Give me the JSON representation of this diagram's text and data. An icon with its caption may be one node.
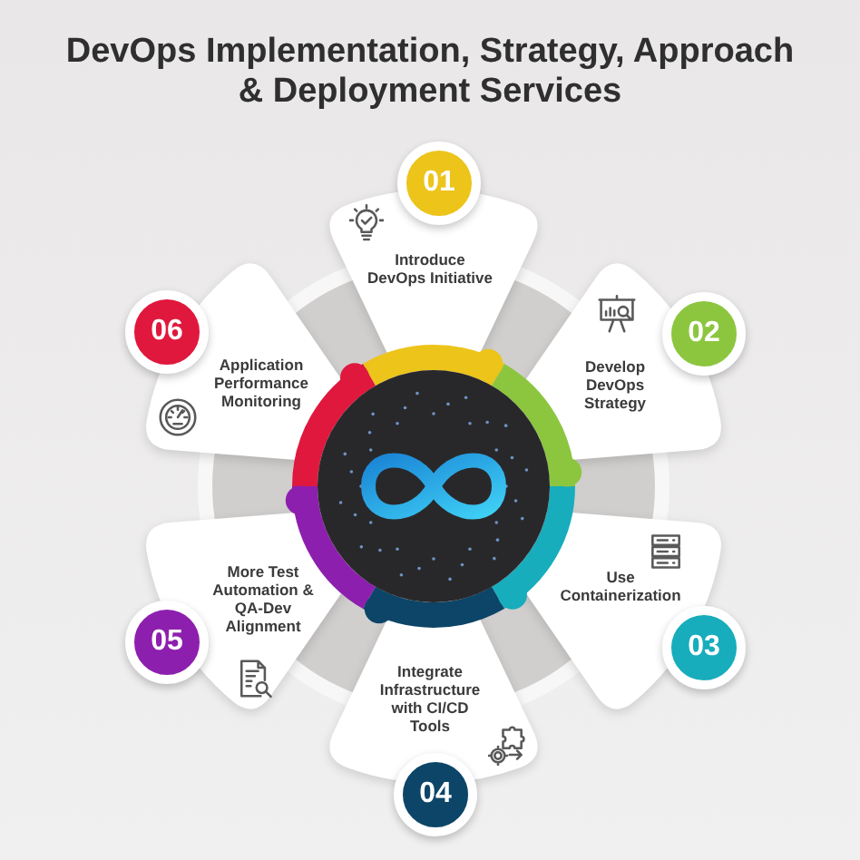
{
  "diagram": {
    "title": "DevOps Implementation, Strategy, Approach & Deployment Services",
    "nodes": [
      {
        "text": [
          "01",
          "Introduce DevOps Initiative"
        ]
      },
      {
        "text": [
          "02",
          "Develop DevOps Strategy"
        ]
      },
      {
        "text": [
          "Use Containerization",
          "03"
        ]
      },
      {
        "text": [
          "Integrate Infrastructure with CI/CD Tools",
          "04"
        ]
      },
      {
        "text": [
          "More Test Automation & QA-Dev Alignment",
          "05"
        ]
      },
      {
        "text": [
          "06",
          "Application Performance Monitoring"
        ]
      }
    ]
  }
}
